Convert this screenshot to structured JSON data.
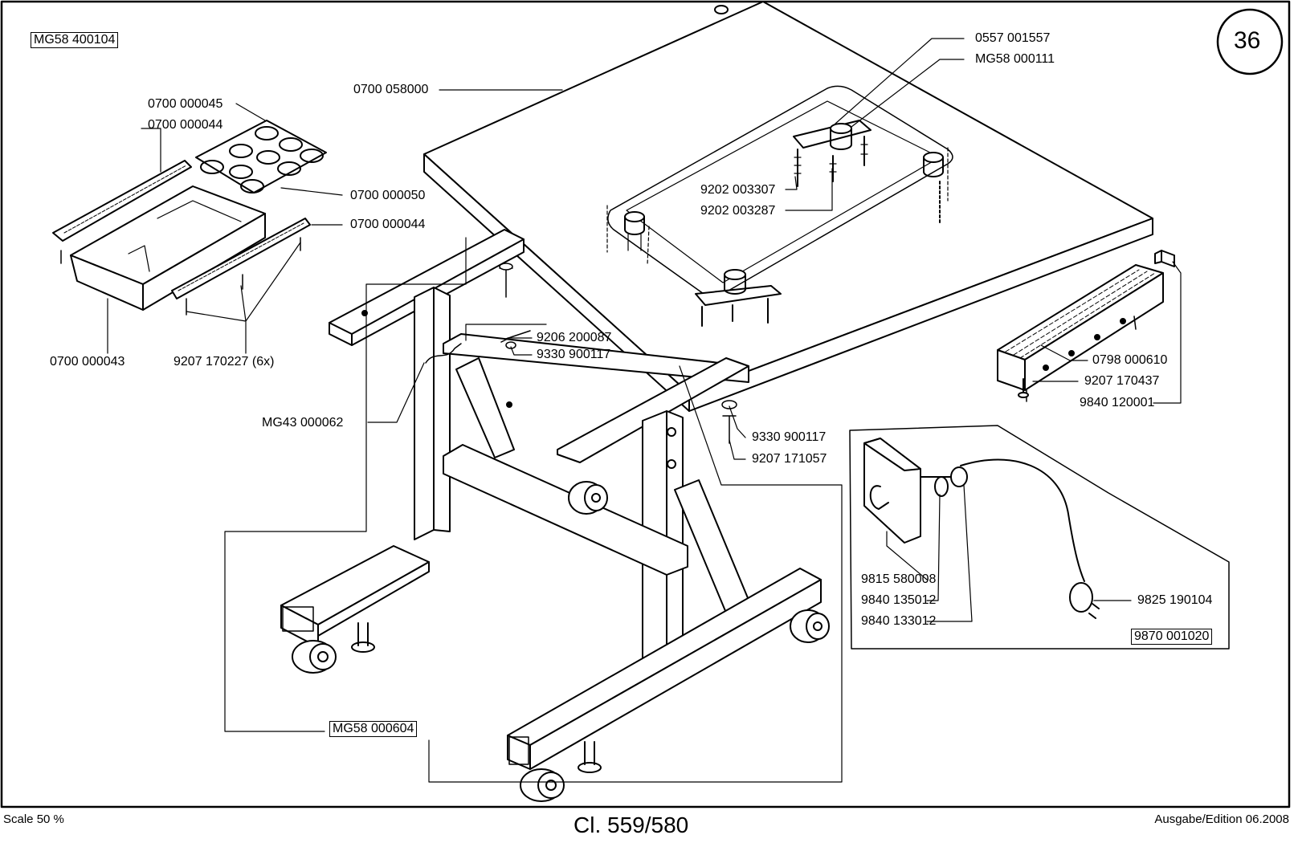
{
  "page": {
    "page_number": "36",
    "group_code": "MG58 400104",
    "model_title": "Cl. 559/580",
    "scale": "Scale 50 %",
    "edition": "Ausgabe/Edition 06.2008"
  },
  "parts": {
    "p0700_000045": "0700 000045",
    "p0700_000044_a": "0700 000044",
    "p0700_000050": "0700 000050",
    "p0700_000044_b": "0700 000044",
    "p0700_000043": "0700 000043",
    "p9207_170227": "9207 170227 (6x)",
    "p0700_058000": "0700 058000",
    "p0557_001557": "0557 001557",
    "pMG58_000111": "MG58 000111",
    "p9202_003307": "9202 003307",
    "p9202_003287": "9202 003287",
    "p9206_200087": "9206 200087",
    "p9330_900117_a": "9330 900117",
    "pMG43_000062": "MG43 000062",
    "p9330_900117_b": "9330 900117",
    "p9207_171057": "9207 171057",
    "p0798_000610": "0798 000610",
    "p9207_170437": "9207 170437",
    "p9840_120001": "9840 120001",
    "p9815_580008": "9815 580008",
    "p9840_135012": "9840 135012",
    "p9840_133012": "9840 133012",
    "p9825_190104": "9825 190104",
    "p9870_001020": "9870 001020",
    "pMG58_000604": "MG58 000604"
  }
}
